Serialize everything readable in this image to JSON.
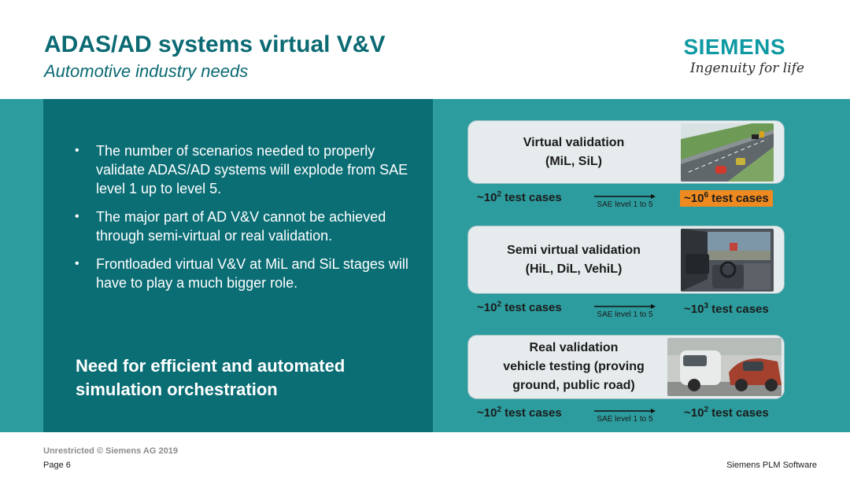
{
  "header": {
    "title": "ADAS/AD systems virtual V&V",
    "subtitle": "Automotive industry needs",
    "brand_name": "SIEMENS",
    "brand_tagline": "Ingenuity for life"
  },
  "bullets": [
    "The number of scenarios needed to properly validate ADAS/AD systems will explode from SAE level 1 up to level 5.",
    "The major part of AD V&V cannot be achieved through semi-virtual or real validation.",
    "Frontloaded virtual V&V at MiL and SiL stages will have to play a much bigger role."
  ],
  "need_statement": "Need for efficient and automated simulation orchestration",
  "validations": [
    {
      "line1": "Virtual validation",
      "line2": "(MiL, SiL)",
      "line3": "",
      "left_base": "~10",
      "left_exp": "2",
      "left_suffix": " test cases",
      "arrow_label": "SAE level 1 to 5",
      "right_base": "~10",
      "right_exp": "6",
      "right_suffix": " test cases"
    },
    {
      "line1": "Semi virtual validation",
      "line2": "(HiL, DiL, VehiL)",
      "line3": "",
      "left_base": "~10",
      "left_exp": "2",
      "left_suffix": " test cases",
      "arrow_label": "SAE level 1 to 5",
      "right_base": "~10",
      "right_exp": "3",
      "right_suffix": " test cases"
    },
    {
      "line1": "Real validation",
      "line2": "vehicle testing (proving",
      "line3": "ground, public road)",
      "left_base": "~10",
      "left_exp": "2",
      "left_suffix": " test cases",
      "arrow_label": "SAE level 1 to 5",
      "right_base": "~10",
      "right_exp": "2",
      "right_suffix": " test cases"
    }
  ],
  "footer": {
    "classification": "Unrestricted © Siemens AG 2019",
    "page": "Page 6",
    "company": "Siemens PLM Software"
  },
  "colors": {
    "title": "#0b6a73",
    "band": "#2d9c9e",
    "panel": "#0b6e75",
    "highlight": "#ee8a1f"
  }
}
